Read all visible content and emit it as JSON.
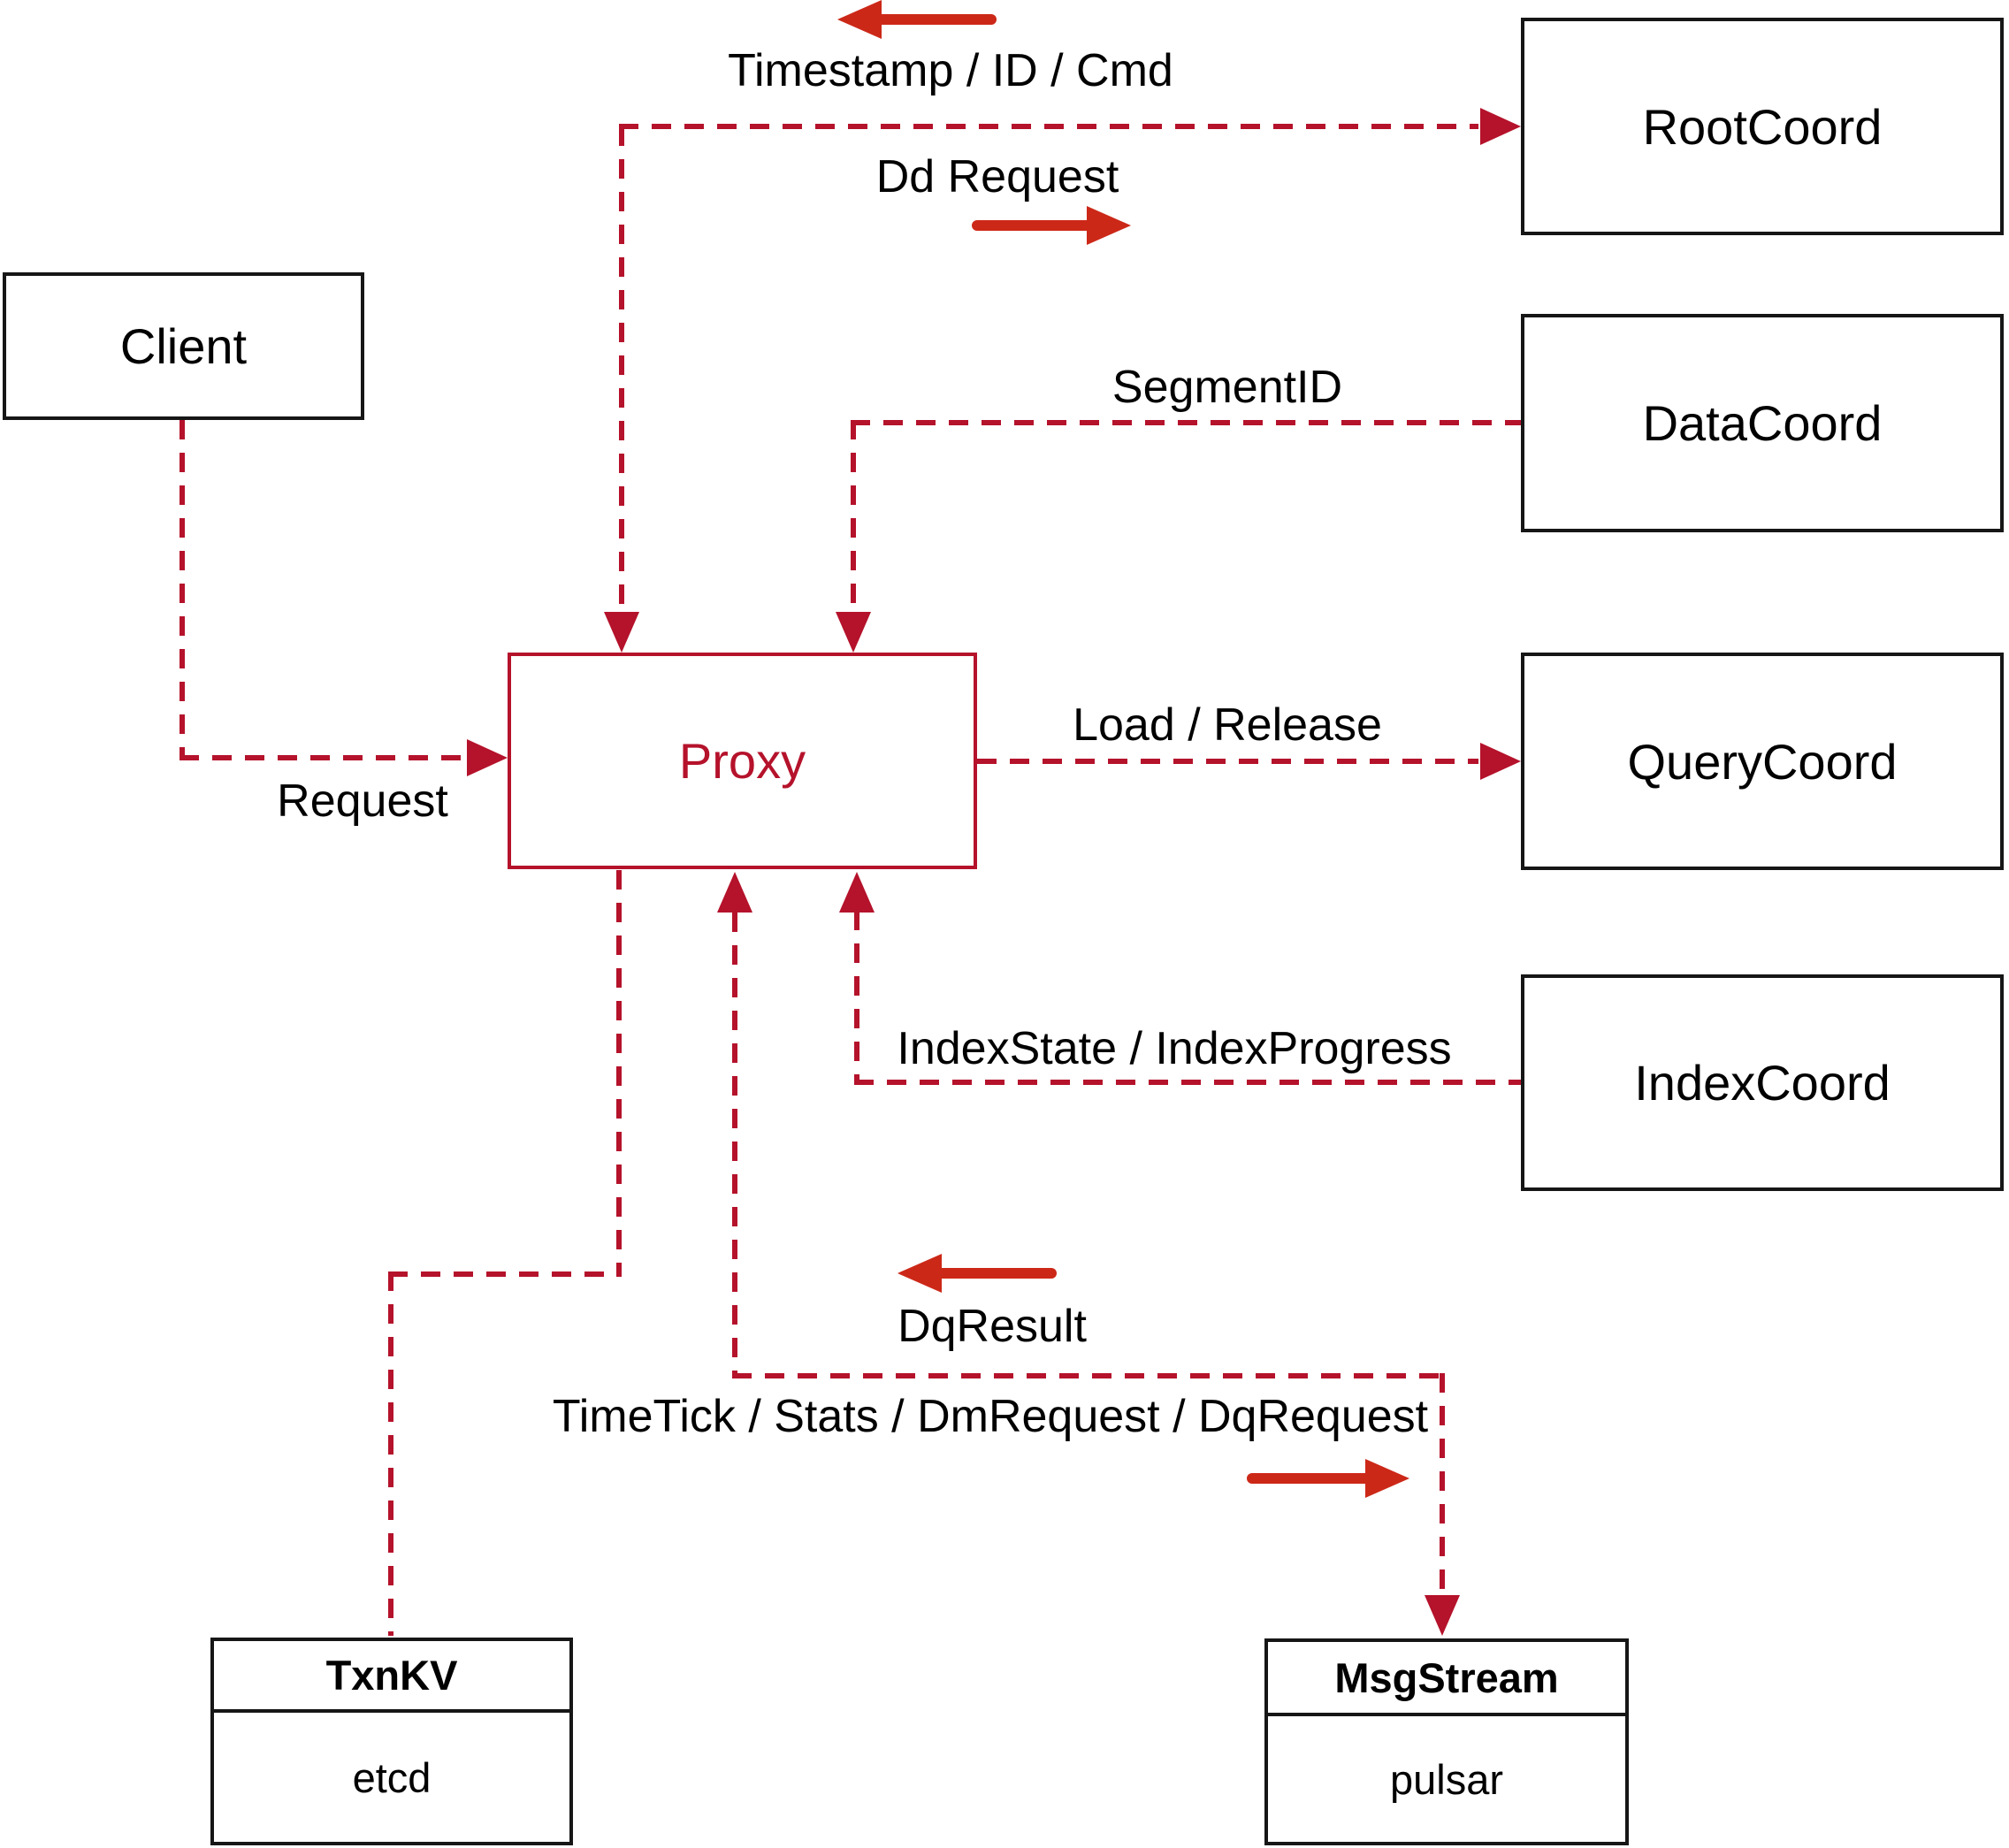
{
  "diagram": {
    "nodes": {
      "client": {
        "label": "Client"
      },
      "proxy": {
        "label": "Proxy"
      },
      "rootcoord": {
        "label": "RootCoord"
      },
      "datacoord": {
        "label": "DataCoord"
      },
      "querycoord": {
        "label": "QueryCoord"
      },
      "indexcoord": {
        "label": "IndexCoord"
      },
      "txnkv": {
        "title": "TxnKV",
        "subtitle": "etcd"
      },
      "msgstream": {
        "title": "MsgStream",
        "subtitle": "pulsar"
      }
    },
    "edge_labels": {
      "request": "Request",
      "timestamp_id_cmd": "Timestamp / ID / Cmd",
      "dd_request": "Dd Request",
      "segment_id": "SegmentID",
      "load_release": "Load / Release",
      "index_state_progress": "IndexState / IndexProgress",
      "dq_result": "DqResult",
      "timetick_stats": "TimeTick / Stats / DmRequest / DqRequest"
    },
    "edges": [
      {
        "from": "Client",
        "to": "Proxy",
        "label": "Request",
        "style": "dashed"
      },
      {
        "from": "Proxy",
        "to": "RootCoord",
        "label": "Dd Request",
        "back_label": "Timestamp / ID / Cmd",
        "style": "dashed",
        "bidirectional": true
      },
      {
        "from": "DataCoord",
        "to": "Proxy",
        "label": "SegmentID",
        "style": "dashed"
      },
      {
        "from": "Proxy",
        "to": "QueryCoord",
        "label": "Load / Release",
        "style": "dashed"
      },
      {
        "from": "IndexCoord",
        "to": "Proxy",
        "label": "IndexState / IndexProgress",
        "style": "dashed"
      },
      {
        "from": "Proxy",
        "to": "TxnKV",
        "style": "dashed"
      },
      {
        "from": "Proxy",
        "to": "MsgStream",
        "label": "TimeTick / Stats / DmRequest / DqRequest",
        "back_label": "DqResult",
        "style": "dashed",
        "bidirectional": true
      }
    ],
    "colors": {
      "line": "#b5122b",
      "solid_arrow": "#cc2818",
      "box_border": "#161616"
    }
  }
}
